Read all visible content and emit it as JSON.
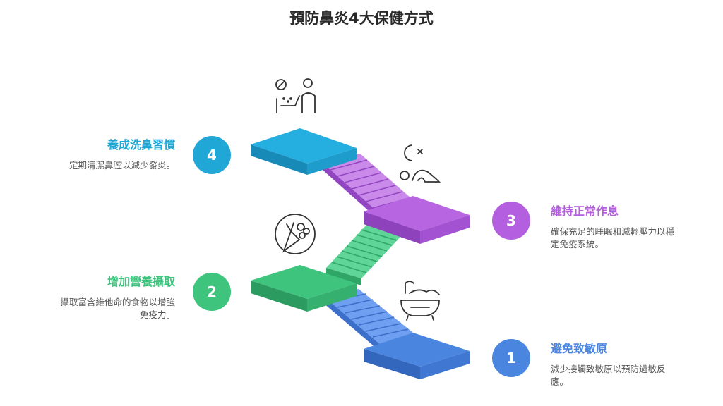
{
  "title": "預防鼻炎4大保健方式",
  "steps": [
    {
      "number": "1",
      "title": "避免致敏原",
      "desc": "減少接觸致敏原以預防過敏反應。",
      "color": "#4a86e0",
      "icon": "bathtub-icon"
    },
    {
      "number": "2",
      "title": "增加營養攝取",
      "desc": "攝取富含維他命的食物以增強免疫力。",
      "color": "#3fc47e",
      "icon": "vegetables-icon"
    },
    {
      "number": "3",
      "title": "維持正常作息",
      "desc": "確保充足的睡眠和減輕壓力以穩定免疫系統。",
      "color": "#b45fdf",
      "icon": "sleep-icon"
    },
    {
      "number": "4",
      "title": "養成洗鼻習慣",
      "desc": "定期清潔鼻腔以減少發炎。",
      "color": "#20a7d6",
      "icon": "nasal-wash-icon"
    }
  ]
}
